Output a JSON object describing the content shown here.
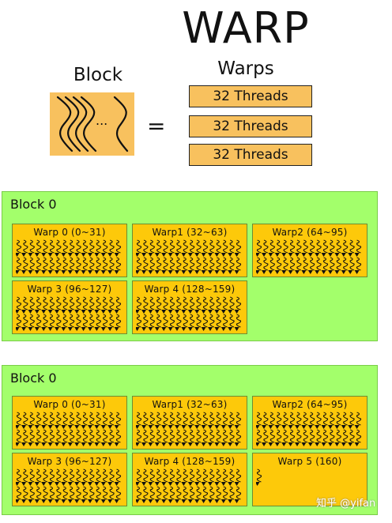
{
  "title": "WARP",
  "block_label": "Block",
  "warps_label": "Warps",
  "ellipsis": "...",
  "equals": "=",
  "threads": [
    "32 Threads",
    "32 Threads",
    "32 Threads"
  ],
  "colors": {
    "orange": "#f8c15e",
    "warp_yellow": "#fdc90a",
    "panel_green": "#a3ff6b"
  },
  "panels": [
    {
      "title": "Block 0",
      "warps": [
        {
          "label": "Warp 0 (0~31)",
          "threads": 32
        },
        {
          "label": "Warp1 (32~63)",
          "threads": 32
        },
        {
          "label": "Warp2 (64~95)",
          "threads": 32
        },
        {
          "label": "Warp 3 (96~127)",
          "threads": 32
        },
        {
          "label": "Warp 4 (128~159)",
          "threads": 32
        }
      ]
    },
    {
      "title": "Block 0",
      "warps": [
        {
          "label": "Warp 0 (0~31)",
          "threads": 32
        },
        {
          "label": "Warp1 (32~63)",
          "threads": 32
        },
        {
          "label": "Warp2 (64~95)",
          "threads": 32
        },
        {
          "label": "Warp 3 (96~127)",
          "threads": 32
        },
        {
          "label": "Warp 4 (128~159)",
          "threads": 32
        },
        {
          "label": "Warp 5 (160)",
          "threads": 1
        }
      ]
    }
  ],
  "watermark": "知乎 @yifan"
}
